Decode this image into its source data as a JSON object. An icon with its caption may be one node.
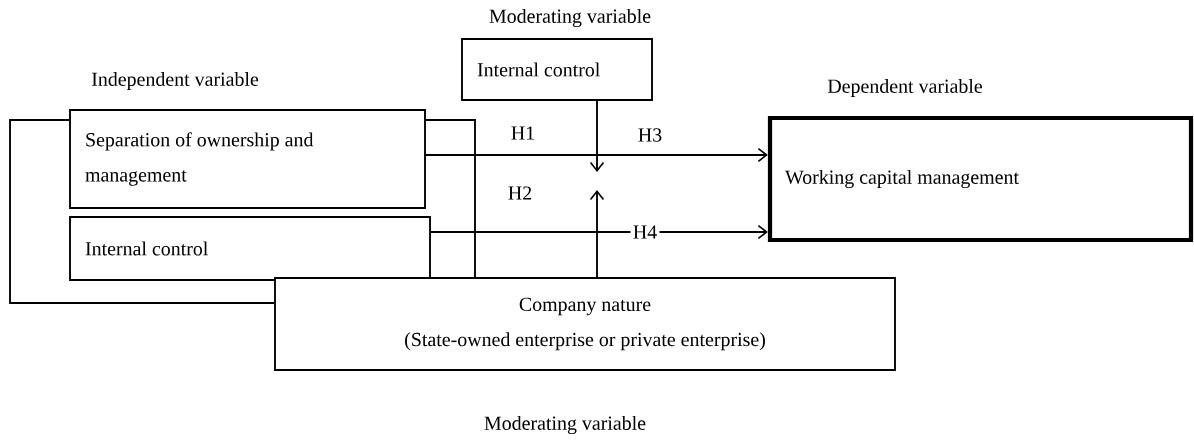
{
  "diagram": {
    "nodes": [
      {
        "text": [
          "Internal control"
        ],
        "beside": [
          "Moderating variable"
        ]
      },
      {
        "text": [
          "Separation of ownership and management"
        ],
        "beside": [
          "Independent variable"
        ]
      },
      {
        "text": [
          "Internal control"
        ]
      },
      {
        "text": [
          "Working capital management"
        ],
        "beside": [
          "Dependent variable"
        ]
      },
      {
        "text": [
          "Company nature",
          "(State-owned enterprise or private enterprise)"
        ],
        "beside": [
          "Moderating variable"
        ]
      }
    ],
    "edges": [
      {
        "from": 1,
        "to": 3,
        "arrow": "to",
        "label": "H3"
      },
      {
        "from": 2,
        "to": 3,
        "arrow": "to",
        "label": "H4"
      },
      {
        "from": 0,
        "to": null,
        "arrow": "to"
      },
      {
        "from": 4,
        "to": null,
        "arrow": "to"
      },
      {
        "from": 1,
        "to": 4,
        "arrow": "none"
      },
      {
        "from": 1,
        "to": 4,
        "arrow": "none"
      }
    ],
    "labels": [
      "H1",
      "H2"
    ]
  }
}
